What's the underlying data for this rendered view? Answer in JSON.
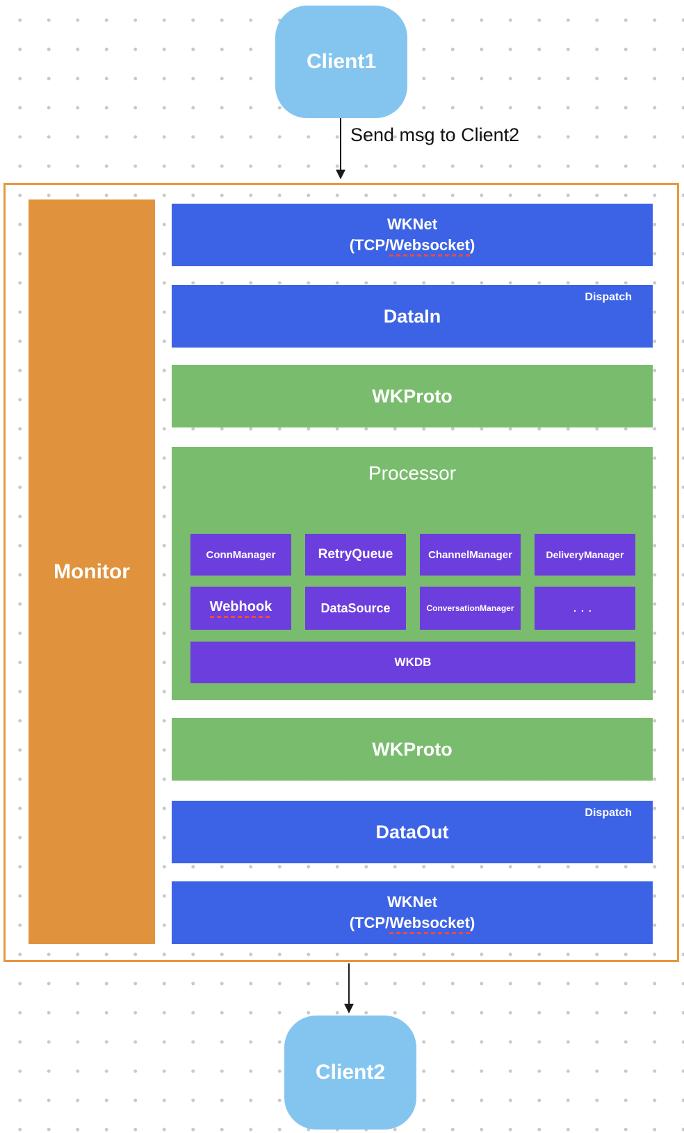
{
  "nodes": {
    "client1": "Client1",
    "client2": "Client2"
  },
  "edge": {
    "label": "Send msg to Client2"
  },
  "monitor": {
    "label": "Monitor"
  },
  "stack": {
    "wknet_top": {
      "line1": "WKNet",
      "line2_prefix": "(TCP/",
      "line2_word": "Websocket",
      "line2_suffix": ")"
    },
    "datain": {
      "label": "DataIn",
      "badge": "Dispatch"
    },
    "wkproto_top": "WKProto",
    "processor": {
      "title": "Processor",
      "row1": [
        "ConnManager",
        "RetryQueue",
        "ChannelManager",
        "DeliveryManager"
      ],
      "row2": [
        "Webhook",
        "DataSource",
        "ConversationManager",
        "..."
      ],
      "db": "WKDB"
    },
    "wkproto_bottom": "WKProto",
    "dataout": {
      "label": "DataOut",
      "badge": "Dispatch"
    },
    "wknet_bottom": {
      "line1": "WKNet",
      "line2_prefix": "(TCP/",
      "line2_word": "Websocket",
      "line2_suffix": ")"
    }
  },
  "colors": {
    "node_blue": "#84C5F0",
    "bar_blue": "#3C63E5",
    "bar_green": "#7ABC6D",
    "box_purple": "#6C3EDD",
    "monitor_orange": "#E0923C",
    "border_orange": "#E8973F",
    "spellcheck_red": "#f04a3e",
    "dot_grid_gray": "#c9c9c9"
  }
}
